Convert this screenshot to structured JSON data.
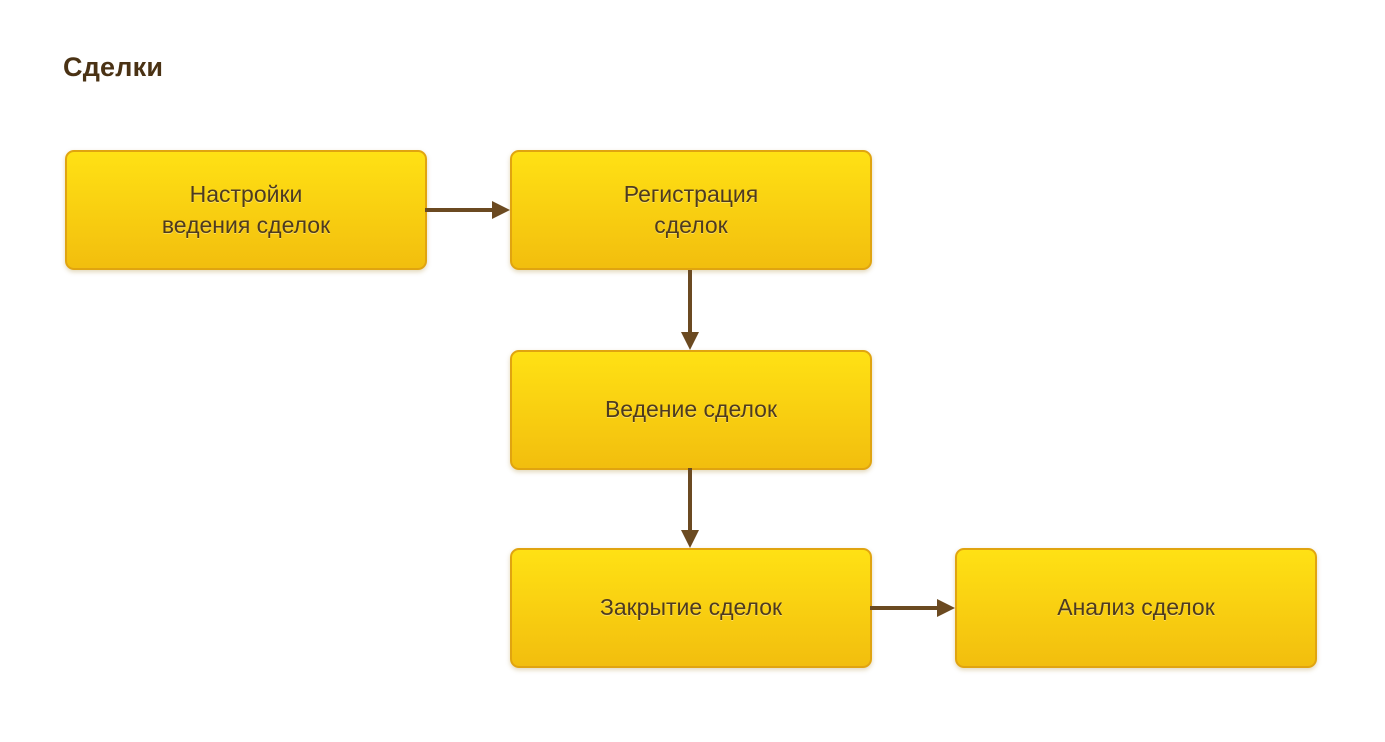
{
  "page": {
    "title": "Сделки"
  },
  "diagram": {
    "nodes": [
      {
        "id": "deal-settings",
        "label": "Настройки\nведения сделок"
      },
      {
        "id": "deal-registration",
        "label": "Регистрация\nсделок"
      },
      {
        "id": "deal-management",
        "label": "Ведение сделок"
      },
      {
        "id": "deal-closing",
        "label": "Закрытие сделок"
      },
      {
        "id": "deal-analysis",
        "label": "Анализ сделок"
      }
    ],
    "edges": [
      {
        "from": "deal-settings",
        "to": "deal-registration",
        "direction": "right"
      },
      {
        "from": "deal-registration",
        "to": "deal-management",
        "direction": "down"
      },
      {
        "from": "deal-management",
        "to": "deal-closing",
        "direction": "down"
      },
      {
        "from": "deal-closing",
        "to": "deal-analysis",
        "direction": "right"
      }
    ]
  },
  "colors": {
    "background": "#ffffff",
    "box_fill_top": "#ffe114",
    "box_fill_bottom": "#f2be0e",
    "box_border": "#e0a410",
    "box_text": "#4e3b20",
    "arrow": "#6b4a21",
    "title_text": "#4a3214"
  }
}
